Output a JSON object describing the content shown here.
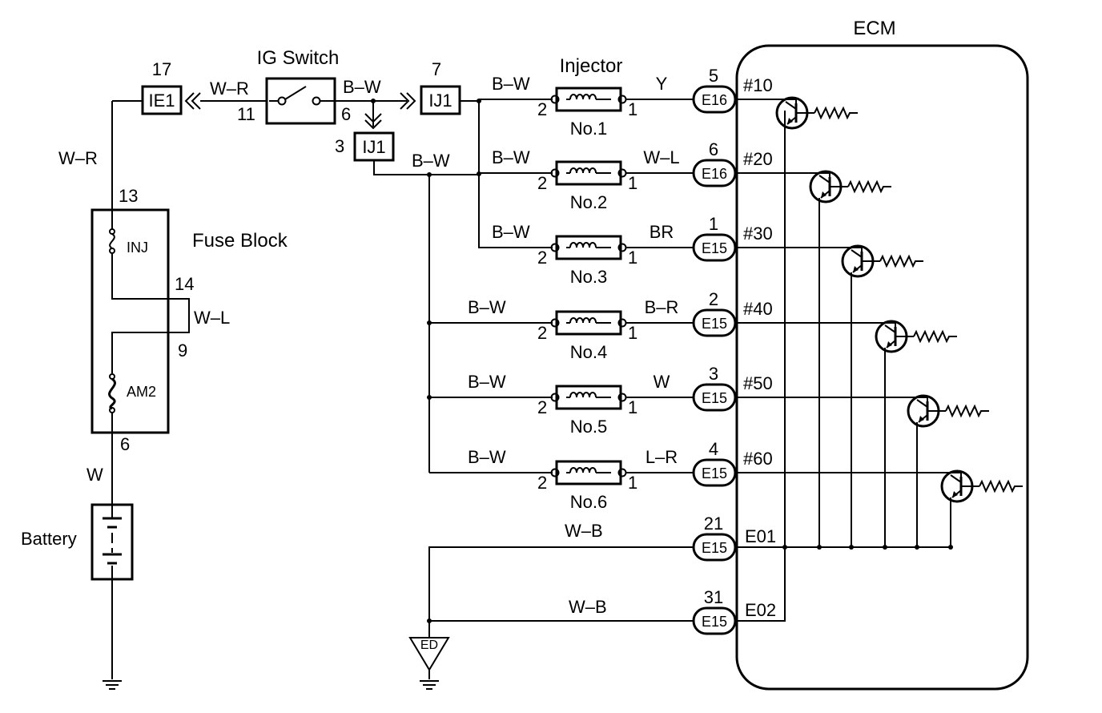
{
  "ecm": {
    "label": "ECM"
  },
  "ig_switch": {
    "label": "IG Switch",
    "pin_in": "11",
    "pin_out": "6"
  },
  "fuse_block": {
    "label": "Fuse Block",
    "fuse_inj": "INJ",
    "fuse_am2": "AM2",
    "pin_top": "13",
    "pin_mid": "14",
    "pin_mid_low": "9",
    "pin_bottom": "6"
  },
  "battery": {
    "label": "Battery"
  },
  "connectors": {
    "ie1": {
      "label": "IE1",
      "pin": "17"
    },
    "ij1_top": {
      "label": "IJ1",
      "pin": "7"
    },
    "ij1_low": {
      "label": "IJ1",
      "pin": "3"
    },
    "ground": {
      "label": "ED"
    }
  },
  "wires": {
    "fuse_to_ie1": "W–R",
    "ie1_to_switch": "W–R",
    "switch_out": "B–W",
    "ij1_low_out": "B–W",
    "fuse_link": "W–L",
    "battery": "W"
  },
  "injector_title": "Injector",
  "injectors": [
    {
      "name": "No.1",
      "pin_in": "2",
      "pin_out": "1",
      "in_wire": "B–W",
      "out_wire": "Y",
      "connector": "E16",
      "ecm_pin": "5",
      "signal": "#10"
    },
    {
      "name": "No.2",
      "pin_in": "2",
      "pin_out": "1",
      "in_wire": "B–W",
      "out_wire": "W–L",
      "connector": "E16",
      "ecm_pin": "6",
      "signal": "#20"
    },
    {
      "name": "No.3",
      "pin_in": "2",
      "pin_out": "1",
      "in_wire": "B–W",
      "out_wire": "BR",
      "connector": "E15",
      "ecm_pin": "1",
      "signal": "#30"
    },
    {
      "name": "No.4",
      "pin_in": "2",
      "pin_out": "1",
      "in_wire": "B–W",
      "out_wire": "B–R",
      "connector": "E15",
      "ecm_pin": "2",
      "signal": "#40"
    },
    {
      "name": "No.5",
      "pin_in": "2",
      "pin_out": "1",
      "in_wire": "B–W",
      "out_wire": "W",
      "connector": "E15",
      "ecm_pin": "3",
      "signal": "#50"
    },
    {
      "name": "No.6",
      "pin_in": "2",
      "pin_out": "1",
      "in_wire": "B–W",
      "out_wire": "L–R",
      "connector": "E15",
      "ecm_pin": "4",
      "signal": "#60"
    }
  ],
  "grounds": [
    {
      "wire": "W–B",
      "connector": "E15",
      "ecm_pin": "21",
      "signal": "E01"
    },
    {
      "wire": "W–B",
      "connector": "E15",
      "ecm_pin": "31",
      "signal": "E02"
    }
  ]
}
